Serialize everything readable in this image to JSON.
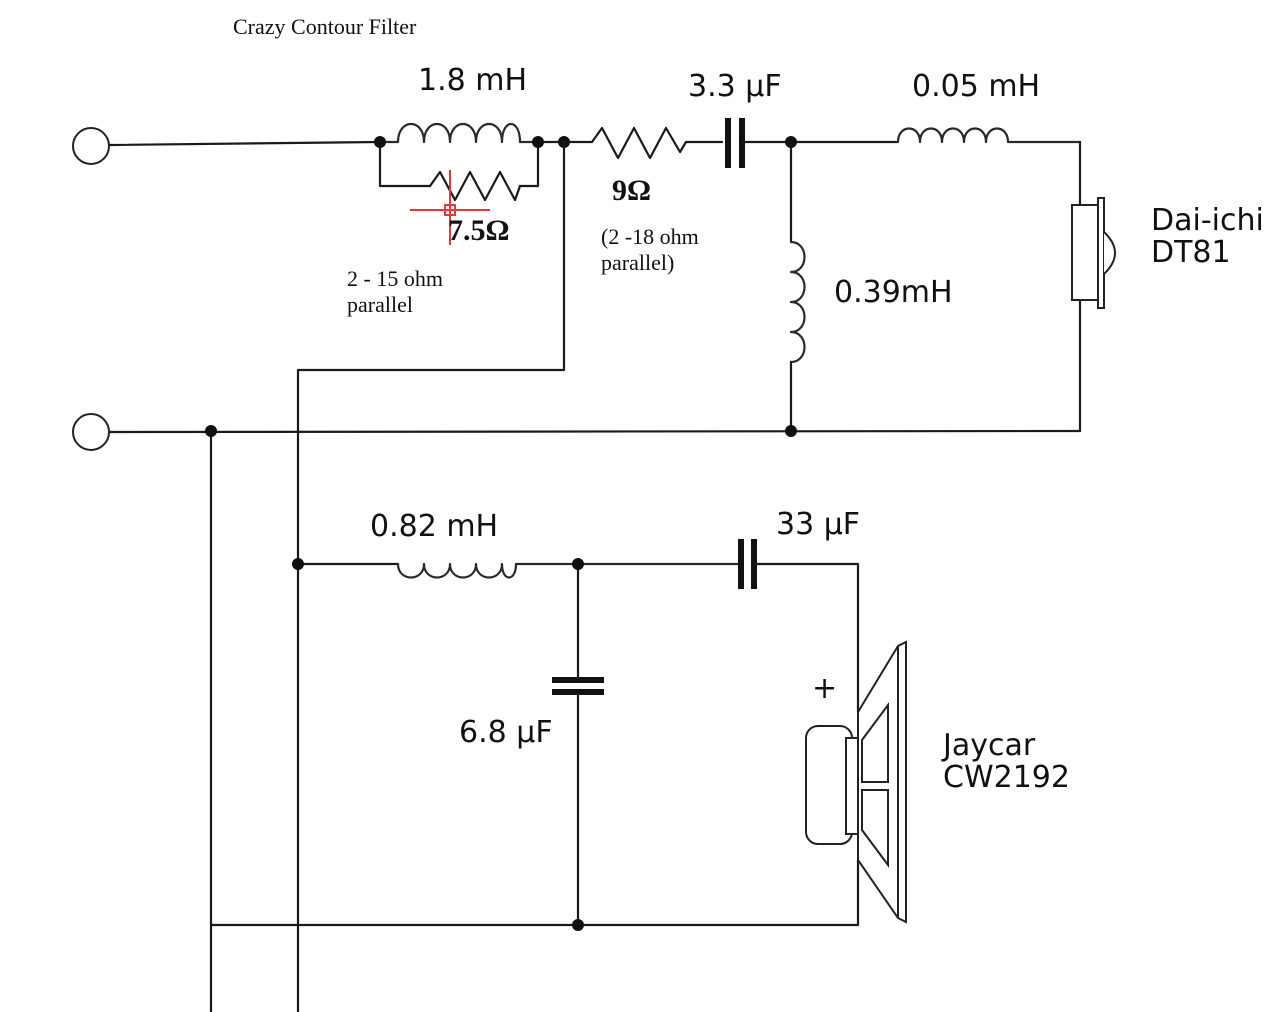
{
  "title": "Crazy Contour Filter",
  "components": {
    "l1": "1.8 mH",
    "r1": "7.5Ω",
    "r1_note": [
      "2 - 15 ohm",
      "parallel"
    ],
    "r2": "9Ω",
    "r2_note": [
      "(2 -18 ohm",
      "parallel)"
    ],
    "c1": "3.3 µF",
    "l2": "0.05 mH",
    "l3": "0.39mH",
    "tweeter": [
      "Dai-ichi",
      "DT81"
    ],
    "l4": "0.82 mH",
    "c2": "33 µF",
    "c3": "6.8 µF",
    "polarity": "+",
    "woofer": [
      "Jaycar",
      "CW2192"
    ]
  },
  "colors": {
    "ink": "#111111",
    "cursor_marker": "#e53935"
  }
}
